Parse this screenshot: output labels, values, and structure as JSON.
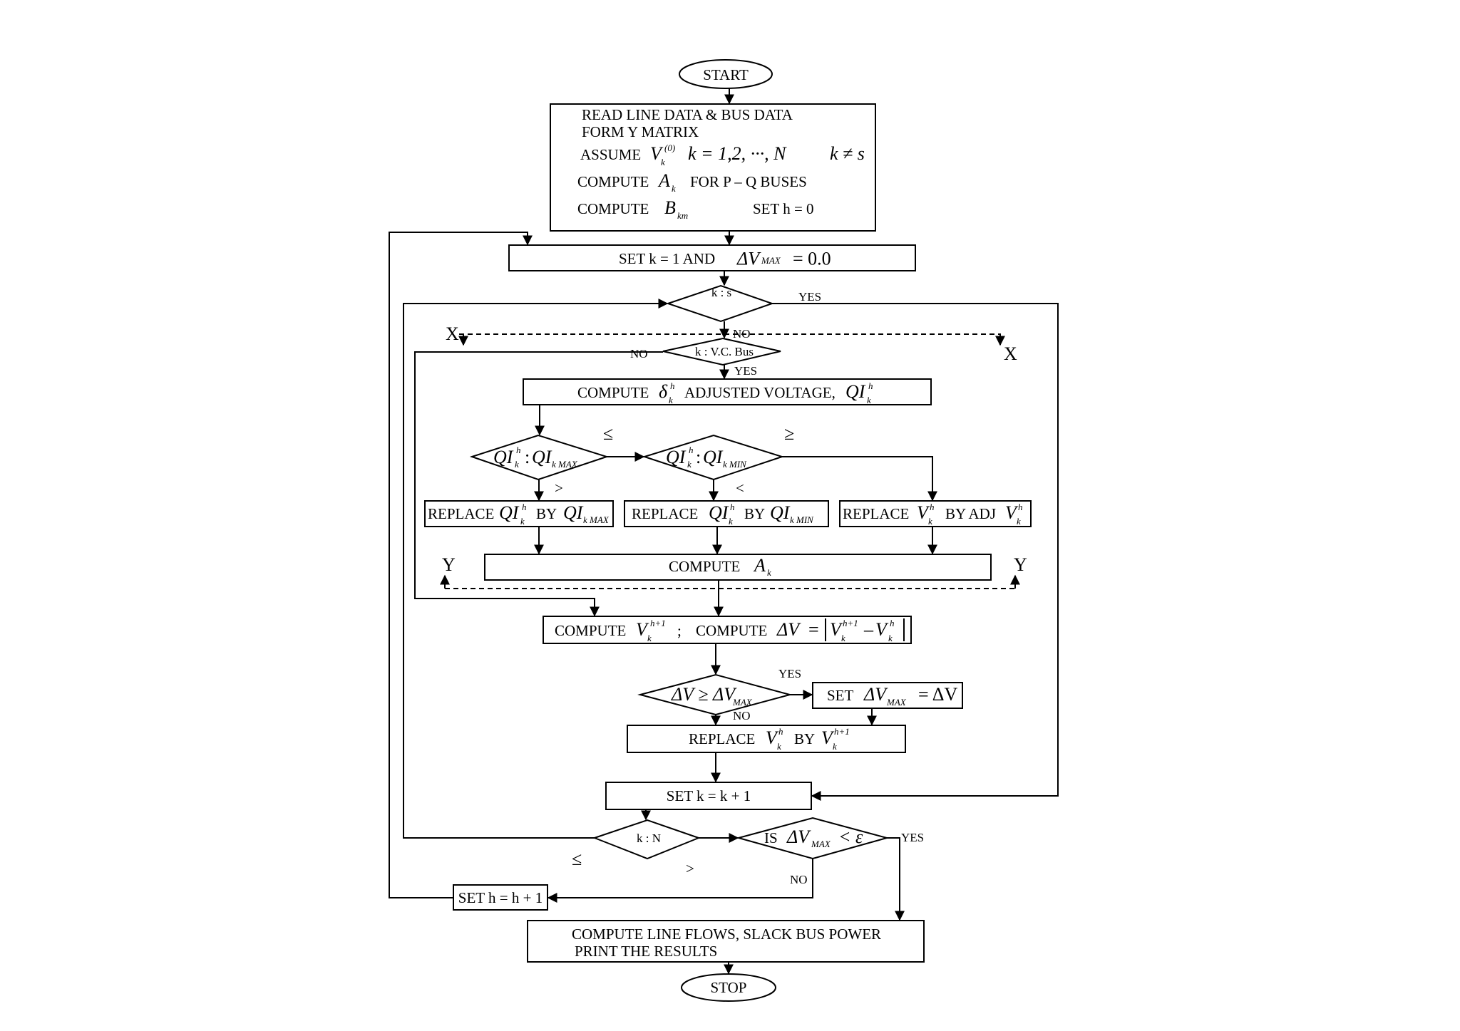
{
  "start": "START",
  "stop": "STOP",
  "init": {
    "line1": "READ  LINE  DATA &  BUS  DATA",
    "line2": "FORM  Y  MATRIX",
    "assume": "ASSUME",
    "v": "V",
    "v_sup": "(0)",
    "v_sub": "k",
    "range": "k  = 1,2, ···, N",
    "cond": "k ≠ s",
    "compute_a": "COMPUTE",
    "a": "A",
    "a_sub": "k",
    "for_pq": "FOR  P – Q  BUSES",
    "compute_b": "COMPUTE",
    "b": "B",
    "b_sub": "km",
    "set_h": "SET  h = 0"
  },
  "set_k": {
    "text": "SET  k = 1  AND",
    "dv": "ΔV",
    "dv_sub": "MAX",
    "val": "= 0.0"
  },
  "dec_ks": {
    "text": "k : s",
    "yes": "YES",
    "no": "NO"
  },
  "dec_vc": {
    "text": "k : V.C. Bus",
    "no": "NO",
    "yes": "YES"
  },
  "x_marker": "X",
  "y_marker": "Y",
  "compute_delta": {
    "compute": "COMPUTE",
    "delta": "δ",
    "delta_sup": "h",
    "delta_sub": "k",
    "adj": "ADJUSTED VOLTAGE,",
    "qi": "QI",
    "qi_sup": "h",
    "qi_sub": "k"
  },
  "dec_qmax": {
    "qi": "QI",
    "sup": "h",
    "sub": "k",
    "sep": ":",
    "qi2": "QI",
    "sub2": "k MAX",
    "le": "≤",
    "gt": ">"
  },
  "dec_qmin": {
    "qi": "QI",
    "sup": "h",
    "sub": "k",
    "sep": ":",
    "qi2": "QI",
    "sub2": "k MIN",
    "ge": "≥",
    "lt": "<"
  },
  "replace_max": {
    "replace": "REPLACE",
    "qi": "QI",
    "sup": "h",
    "sub": "k",
    "by": "BY",
    "qi2": "QI",
    "sub2": "k MAX"
  },
  "replace_min": {
    "replace": "REPLACE",
    "qi": "QI",
    "sup": "h",
    "sub": "k",
    "by": "BY",
    "qi2": "QI",
    "sub2": "k MIN"
  },
  "replace_adj": {
    "replace": "REPLACE",
    "v": "V",
    "sup": "h",
    "sub": "k",
    "by": "BY  ADJ",
    "v2": "V",
    "sup2": "h",
    "sub2": "k"
  },
  "compute_ak": {
    "compute": "COMPUTE",
    "a": "A",
    "sub": "k"
  },
  "compute_v": {
    "compute": "COMPUTE",
    "v": "V",
    "sup": "h+1",
    "sub": "k",
    "semi": ";",
    "compute2": "COMPUTE",
    "dv": "ΔV",
    "eq": "=",
    "v2": "V",
    "sup2": "h+1",
    "sub2": "k",
    "minus": "–",
    "v3": "V",
    "sup3": "h",
    "sub3": "k"
  },
  "dec_dv": {
    "dv": "ΔV ≥ ΔV",
    "sub": "MAX",
    "yes": "YES",
    "no": "NO"
  },
  "set_dvmax": {
    "set": "SET",
    "dv": "ΔV",
    "sub": "MAX",
    "eq": "= ΔV"
  },
  "replace_v": {
    "replace": "REPLACE",
    "v": "V",
    "sup": "h",
    "sub": "k",
    "by": "BY",
    "v2": "V",
    "sup2": "h+1",
    "sub2": "k"
  },
  "set_k1": "SET  k = k + 1",
  "dec_kn": {
    "text": "k : N",
    "le": "≤",
    "gt": ">"
  },
  "dec_conv": {
    "is": "IS",
    "dv": "ΔV",
    "sub": "MAX",
    "lt": "< ε",
    "yes": "YES",
    "no": "NO"
  },
  "set_h1": "SET  h = h + 1",
  "final": {
    "line1": "COMPUTE LINE FLOWS,  SLACK BUS POWER",
    "line2": "PRINT THE RESULTS"
  }
}
